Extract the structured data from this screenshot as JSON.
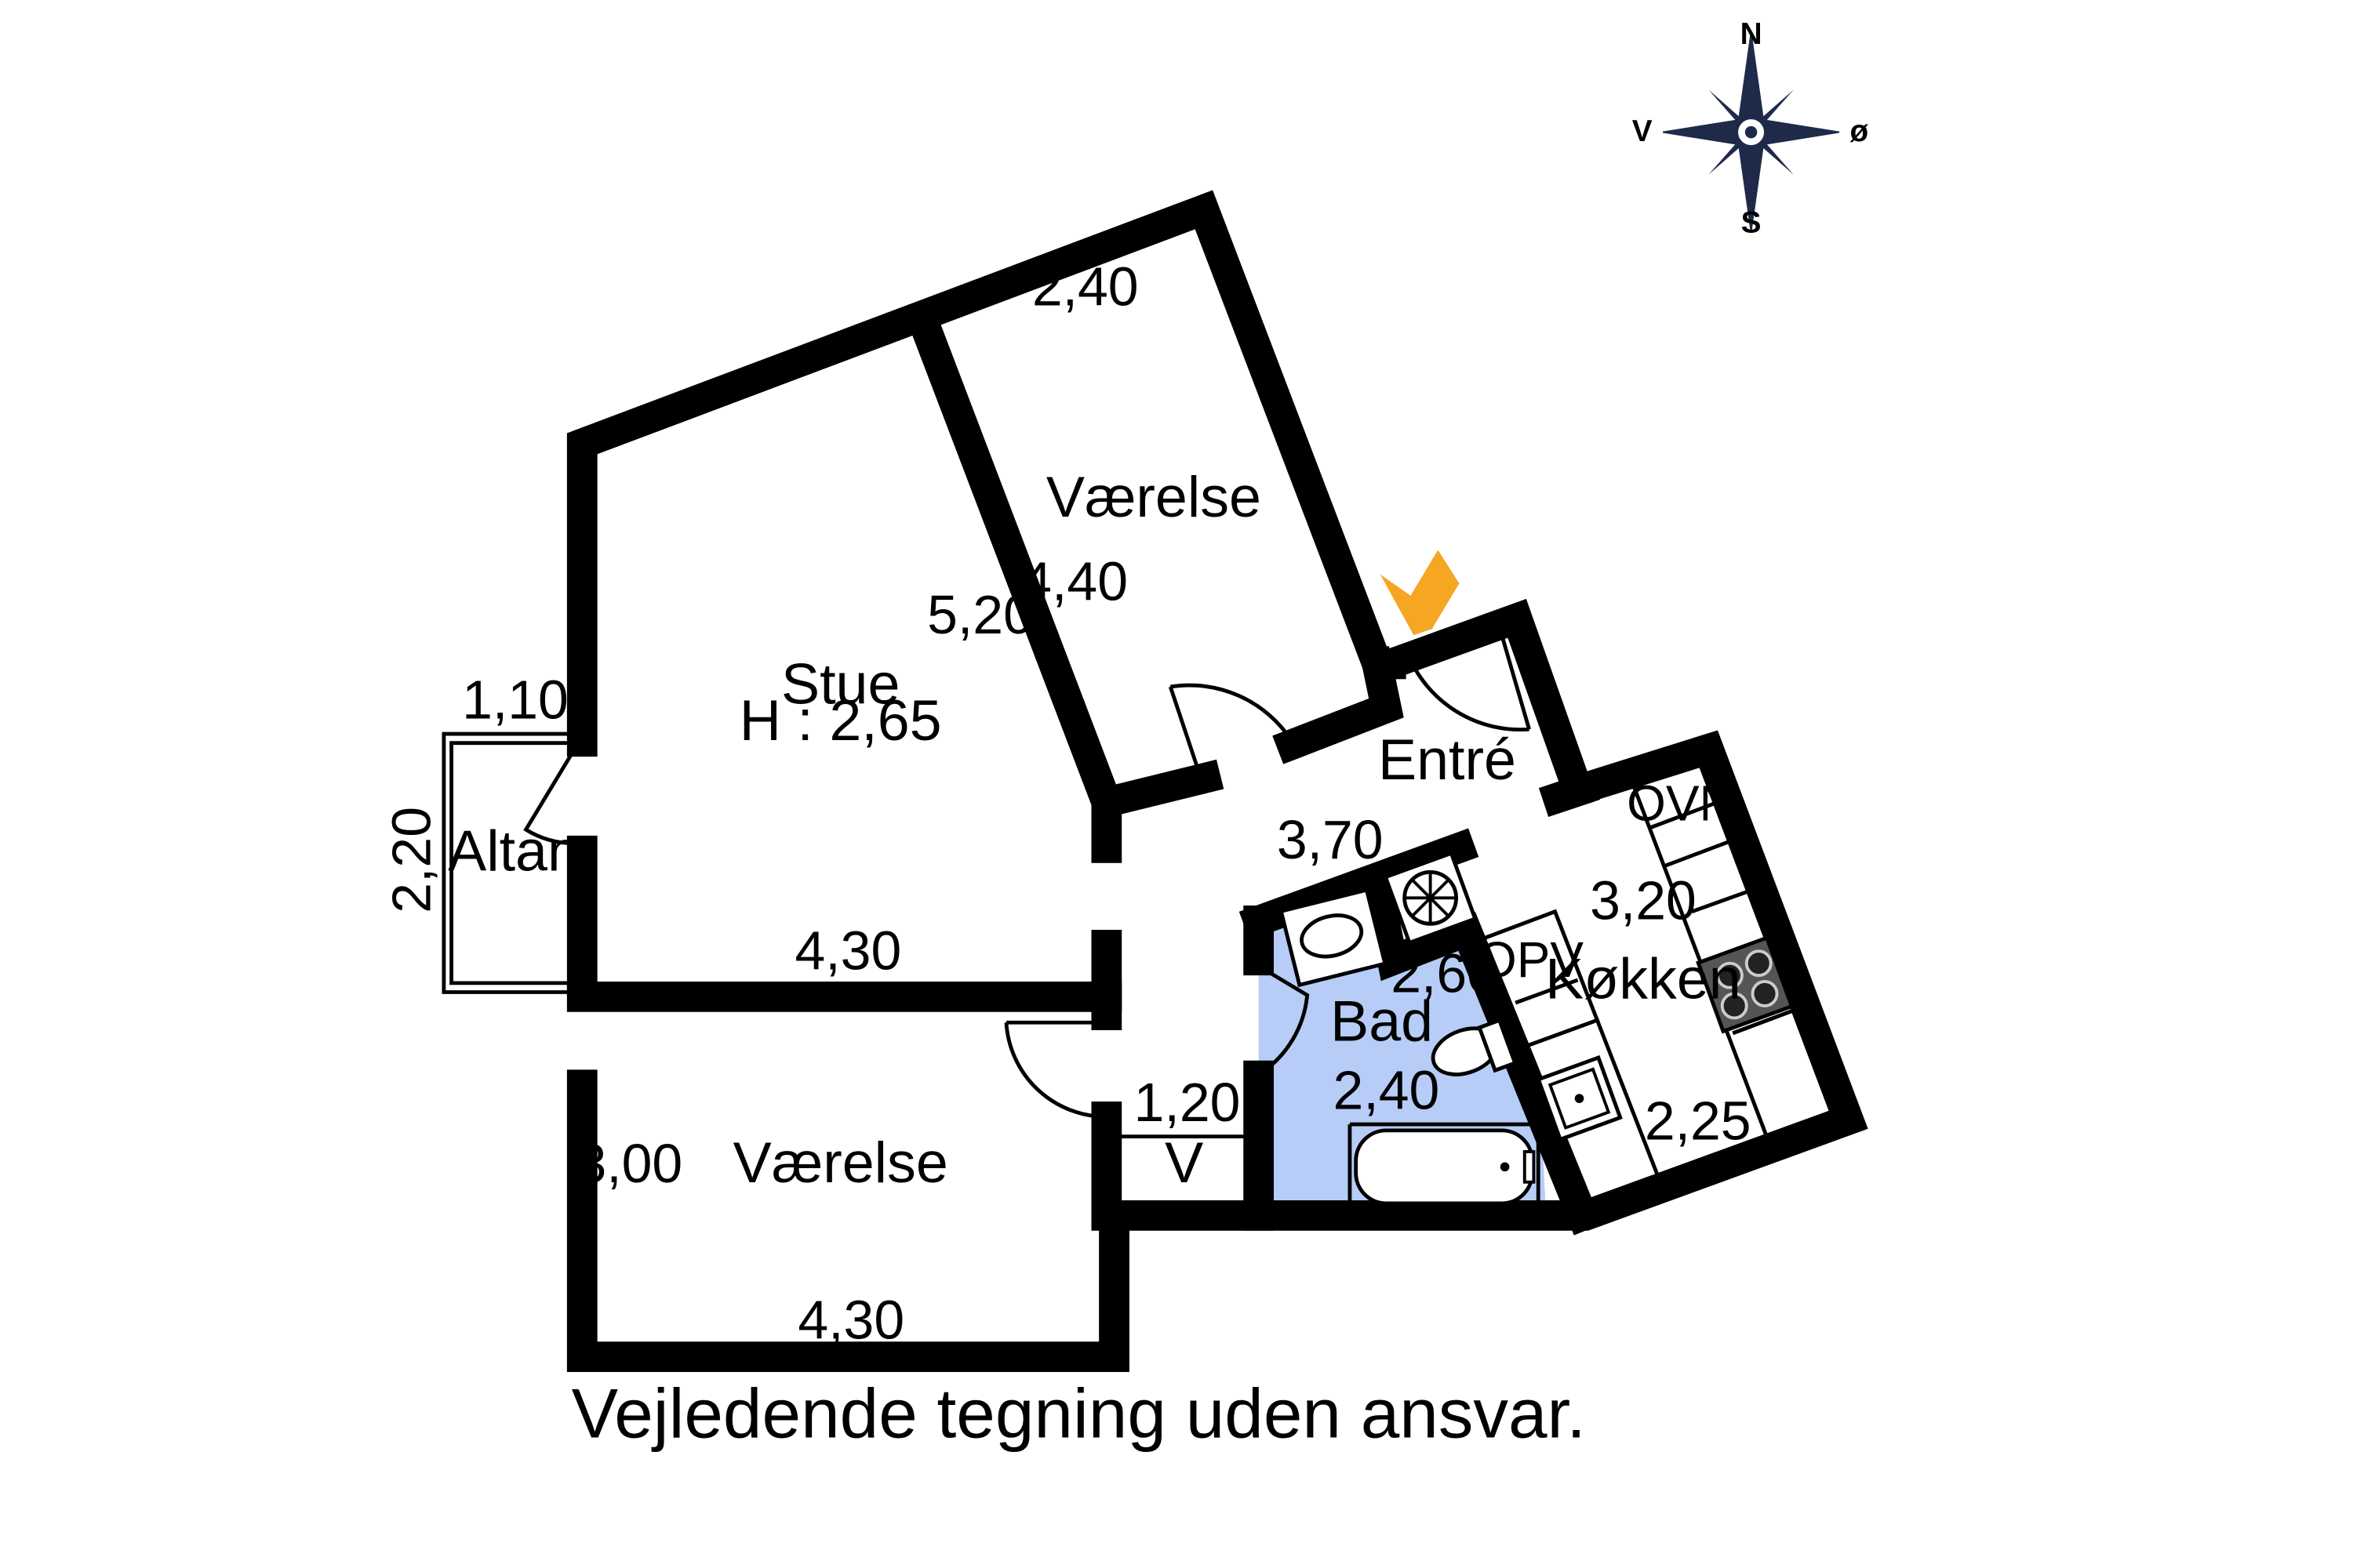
{
  "rooms": {
    "stue": {
      "name": "Stue",
      "height": "H : 2,65"
    },
    "vaerelse_top": {
      "name": "Værelse"
    },
    "vaerelse_bottom": {
      "name": "Værelse"
    },
    "entre": {
      "name": "Entré"
    },
    "altan": {
      "name": "Altan"
    },
    "bad": {
      "name": "Bad"
    },
    "kokken": {
      "name": "Køkken"
    },
    "closet": {
      "name": "V"
    }
  },
  "dimensions": {
    "top_window": "2,40",
    "vaerelse_wall": "4,40",
    "stue_wall": "5,20",
    "altan_width": "1,10",
    "altan_depth": "2,20",
    "hall_width": "3,70",
    "stue_bottom": "4,30",
    "closet_width": "1,20",
    "vaerelse_side": "3,00",
    "vaerelse_bottom": "4,30",
    "bad_side": "2,60",
    "bad_bottom": "2,40",
    "kokken_side": "3,20",
    "kokken_bottom": "2,25"
  },
  "fixtures": {
    "oven": "OVN",
    "dishwasher": "OPV"
  },
  "compass": {
    "north": "N",
    "south": "S",
    "east": "ø",
    "west": "V"
  },
  "disclaimer": "Vejledende tegning uden ansvar.",
  "colors": {
    "wall": "#000000",
    "bathroom_fill": "#b7cdf7",
    "entrance_marker": "#f5a623",
    "compass_fill": "#1f2a4a"
  }
}
